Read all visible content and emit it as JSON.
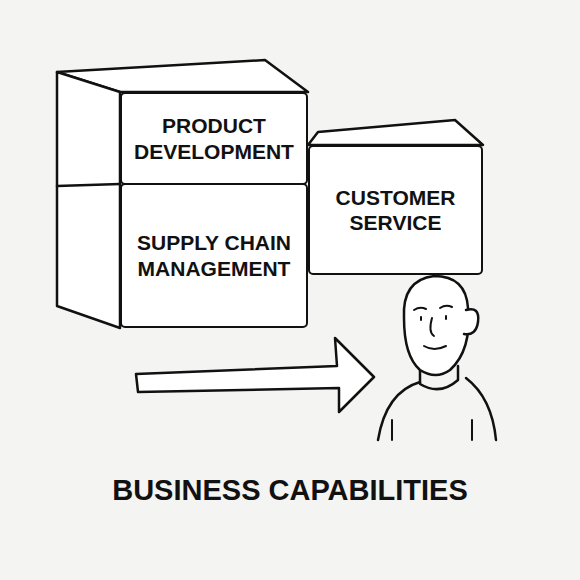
{
  "diagram": {
    "title": "BUSINESS CAPABILITIES",
    "nodes": [
      {
        "text": [
          "PRODUCT DEVELOPMENT"
        ]
      },
      {
        "text": [
          "SUPPLY CHAIN MANAGEMENT"
        ]
      },
      {
        "text": [
          "CUSTOMER SERVICE"
        ]
      }
    ]
  }
}
